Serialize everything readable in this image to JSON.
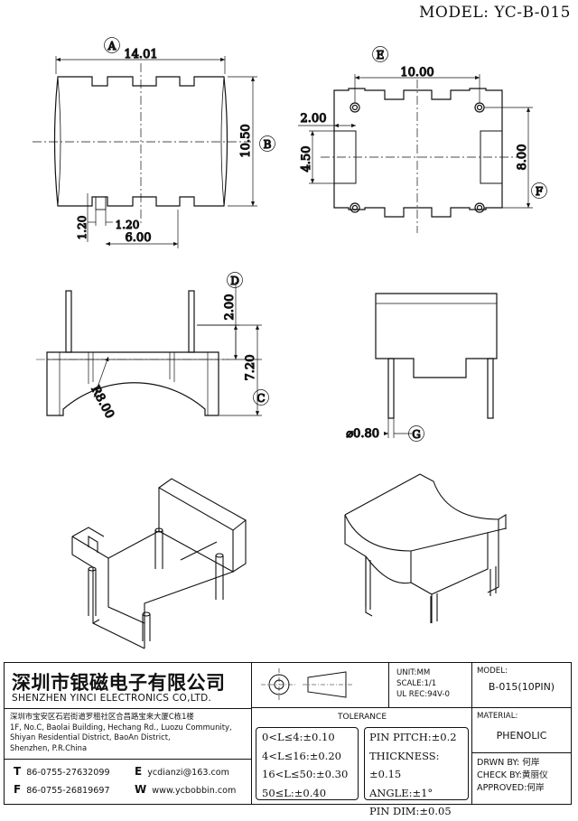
{
  "header": {
    "model": "MODEL: YC-B-015"
  },
  "dims": {
    "a_callout": "A",
    "a_width": "14.01",
    "b_callout": "B",
    "b_height": "10.50",
    "pin_w1": "1.20",
    "pin_w2": "1.20",
    "pin_span": "6.00",
    "e_callout": "E",
    "e_pitch": "10.00",
    "slot_w": "2.00",
    "slot_h": "4.50",
    "f_span": "8.00",
    "f_callout": "F",
    "d_callout": "D",
    "d_height": "2.00",
    "c_height": "7.20",
    "c_callout": "C",
    "radius": "R8.00",
    "pin_dia": "⌀0.80",
    "g_callout": "G"
  },
  "company": {
    "name_cn": "深圳市银磁电子有限公司",
    "name_en": "SHENZHEN YINCI ELECTRONICS CO,LTD.",
    "address": [
      "深圳市宝安区石岩街道罗租社区合昌路宝来大厦C栋1楼",
      "1F, No.C, Baolai Building, Hechang Rd., Luozu Community,",
      "Shiyan Residential District, BaoAn District,",
      "Shenzhen, P.R.China"
    ],
    "t_label": "T",
    "tel": "86-0755-27632099",
    "e_label": "E",
    "email": "ycdianzi@163.com",
    "f_label": "F",
    "fax": "86-0755-26819697",
    "w_label": "W",
    "web": "www.ycbobbin.com"
  },
  "spec": {
    "unit": "UNIT:MM",
    "scale": "SCALE:1/1",
    "ul": "UL REC:94V-0",
    "tolerance_title": "TOLERANCE",
    "tol_left": [
      "0<L≤4:±0.10",
      "4<L≤16:±0.20",
      "16<L≤50:±0.30",
      "50≤L:±0.40"
    ],
    "tol_right": [
      "PIN PITCH:±0.2",
      "THICKNESS:±0.15",
      "ANGLE:±1°",
      "PIN DIM:±0.05"
    ]
  },
  "model_box": {
    "label": "MODEL:",
    "value": "B-015(10PIN)"
  },
  "material_box": {
    "label": "MATERIAL:",
    "value": "PHENOLIC"
  },
  "signoff": {
    "drawn": "DRWN BY: 何岸",
    "check": "CHECK BY:黄丽仪",
    "approved": "APPROVED:何岸"
  }
}
